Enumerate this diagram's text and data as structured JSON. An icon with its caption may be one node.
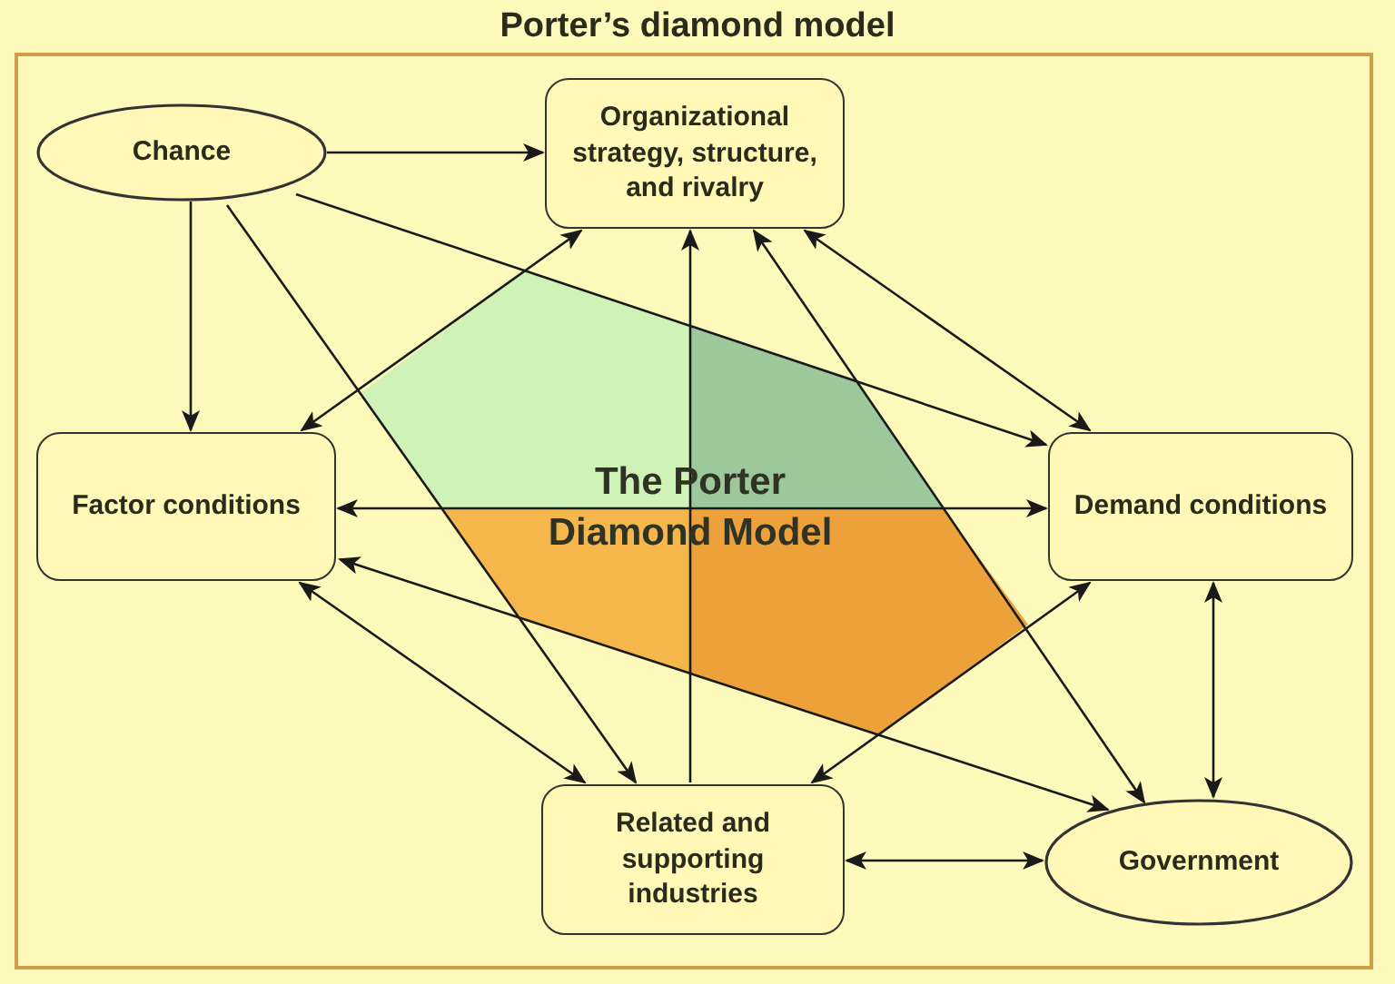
{
  "diagram": {
    "title": "Porter’s diamond model",
    "nodes": [
      {
        "text": [
          "Chance"
        ]
      },
      {
        "text": [
          "Organizational strategy, structure, and rivalry"
        ]
      },
      {
        "text": [
          "Factor conditions"
        ]
      },
      {
        "text": [
          "Demand conditions"
        ]
      },
      {
        "text": [
          "Related and supporting industries"
        ]
      },
      {
        "text": [
          "Government"
        ]
      }
    ],
    "labels": [
      "The Porter Diamond Model"
    ],
    "edges": [
      {
        "from": 0,
        "to": 1,
        "arrow": "to"
      },
      {
        "from": 0,
        "to": 2,
        "arrow": "to"
      },
      {
        "from": 0,
        "to": 3,
        "arrow": "to"
      },
      {
        "from": 0,
        "to": 4,
        "arrow": "to"
      },
      {
        "from": 1,
        "to": 2,
        "arrow": "both"
      },
      {
        "from": 1,
        "to": 3,
        "arrow": "both"
      },
      {
        "from": 4,
        "to": 1,
        "arrow": "to"
      },
      {
        "from": 1,
        "to": 5,
        "arrow": "both"
      },
      {
        "from": 2,
        "to": 3,
        "arrow": "both"
      },
      {
        "from": 2,
        "to": 4,
        "arrow": "both"
      },
      {
        "from": 2,
        "to": 5,
        "arrow": "both"
      },
      {
        "from": 3,
        "to": 4,
        "arrow": "both"
      },
      {
        "from": 3,
        "to": 5,
        "arrow": "both"
      },
      {
        "from": 4,
        "to": 5,
        "arrow": "both"
      }
    ]
  }
}
